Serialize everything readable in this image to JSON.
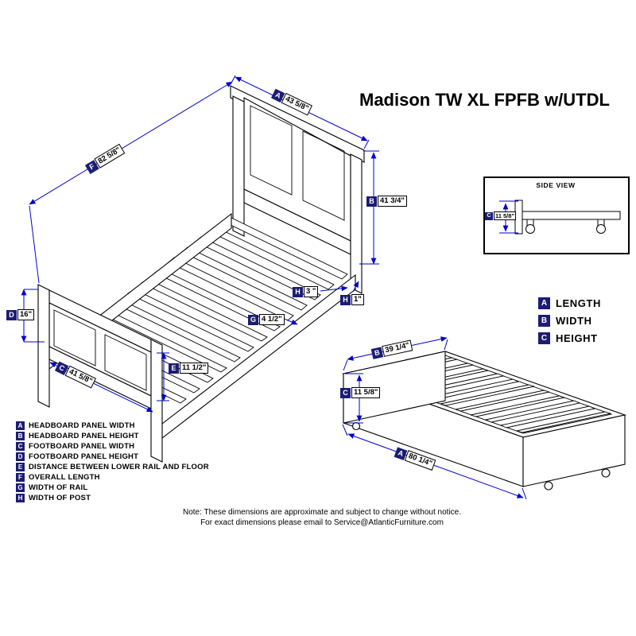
{
  "title": "Madison TW XL FPFB w/UTDL",
  "colors": {
    "dimension_blue": "#0000CC",
    "badge_navy": "#1C1C74",
    "line_art": "#000000"
  },
  "main": {
    "dims": [
      {
        "key": "A",
        "value": "43 5/8\""
      },
      {
        "key": "F",
        "value": "82 5/8\""
      },
      {
        "key": "B",
        "value": "41 3/4\""
      },
      {
        "key": "H",
        "value": "3 \""
      },
      {
        "key": "H",
        "value": "1\""
      },
      {
        "key": "G",
        "value": "4 1/2\""
      },
      {
        "key": "D",
        "value": "16\""
      },
      {
        "key": "C",
        "value": "41 5/8\""
      },
      {
        "key": "E",
        "value": "11 1/2\""
      }
    ]
  },
  "side_view": {
    "label": "SIDE VIEW",
    "dim": {
      "key": "C",
      "value": "11 5/8\""
    }
  },
  "trundle": {
    "dims": [
      {
        "key": "B",
        "value": "39 1/4\""
      },
      {
        "key": "C",
        "value": "11 5/8\""
      },
      {
        "key": "A",
        "value": "80 1/4\""
      }
    ]
  },
  "legend": {
    "items": [
      {
        "key": "A",
        "label": "LENGTH"
      },
      {
        "key": "B",
        "label": "WIDTH"
      },
      {
        "key": "C",
        "label": "HEIGHT"
      }
    ]
  },
  "key_list": {
    "items": [
      {
        "key": "A",
        "label": "HEADBOARD PANEL WIDTH"
      },
      {
        "key": "B",
        "label": "HEADBOARD PANEL HEIGHT"
      },
      {
        "key": "C",
        "label": "FOOTBOARD PANEL WIDTH"
      },
      {
        "key": "D",
        "label": "FOOTBOARD PANEL HEIGHT"
      },
      {
        "key": "E",
        "label": "DISTANCE BETWEEN LOWER RAIL AND FLOOR"
      },
      {
        "key": "F",
        "label": "OVERALL LENGTH"
      },
      {
        "key": "G",
        "label": "WIDTH OF RAIL"
      },
      {
        "key": "H",
        "label": "WIDTH OF POST"
      }
    ]
  },
  "note": {
    "line1": "Note:  These dimensions are approximate and subject to change without notice.",
    "line2": "For exact dimensions please email to Service@AtlanticFurniture.com"
  }
}
